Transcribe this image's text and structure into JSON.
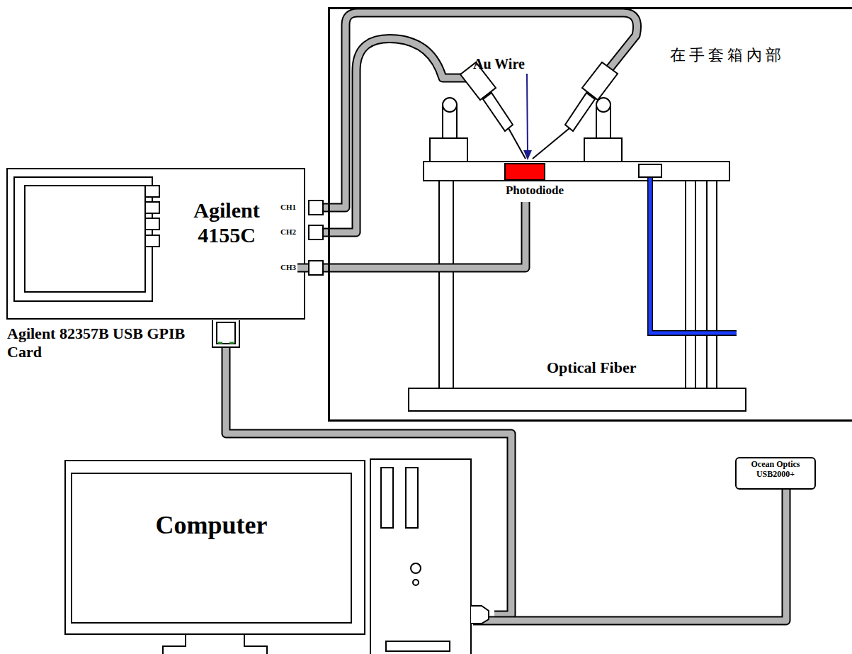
{
  "diagram": {
    "nodes": [
      {
        "text": [
          "在手套箱內部"
        ]
      },
      {
        "text": [
          "Agilent 4155C"
        ]
      },
      {
        "text": [
          "Photodiode"
        ],
        "in": 0
      },
      {
        "text": [
          "Ocean Optics USB2000+"
        ]
      },
      {
        "text": [
          "Computer"
        ]
      }
    ],
    "edges": [
      {
        "from": 1,
        "to": 2,
        "arrow": "none"
      }
    ],
    "labels": [
      "Au Wire",
      "CH1",
      "CH2",
      "CH3",
      "Agilent 82357B USB GPIB Card",
      "Optical Fiber"
    ]
  }
}
